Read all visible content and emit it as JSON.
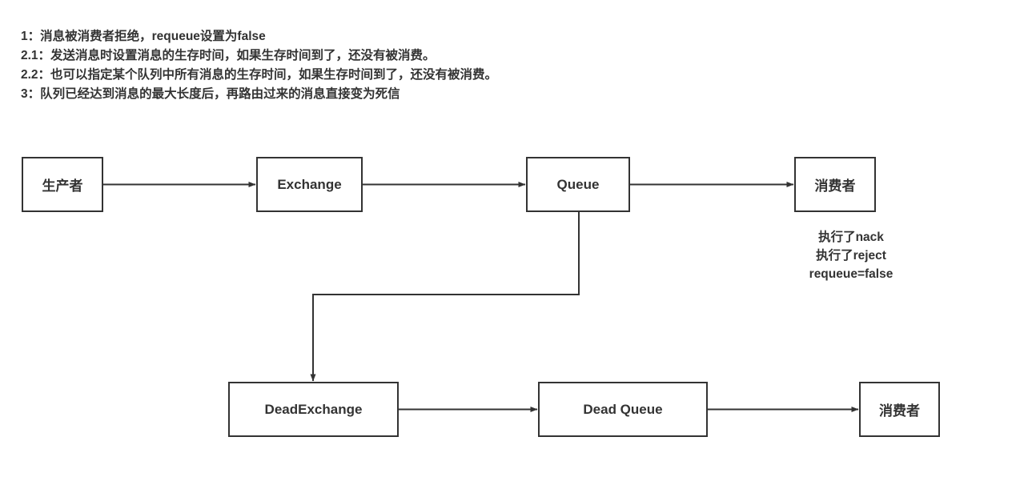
{
  "notes": {
    "lines": [
      "1：消息被消费者拒绝，requeue设置为false",
      "2.1：发送消息时设置消息的生存时间，如果生存时间到了，还没有被消费。",
      "2.2：也可以指定某个队列中所有消息的生存时间，如果生存时间到了，还没有被消费。",
      "3：队列已经达到消息的最大长度后，再路由过来的消息直接变为死信"
    ]
  },
  "diagram": {
    "nodes": {
      "producer": "生产者",
      "exchange": "Exchange",
      "queue": "Queue",
      "consumer_top": "消费者",
      "dead_exchange": "DeadExchange",
      "dead_queue": "Dead Queue",
      "consumer_bottom": "消费者"
    },
    "annotation_nack": [
      "执行了nack",
      "执行了reject",
      "requeue=false"
    ],
    "edges": [
      {
        "from": "producer",
        "to": "exchange",
        "label": ""
      },
      {
        "from": "exchange",
        "to": "queue",
        "label": ""
      },
      {
        "from": "queue",
        "to": "consumer_top",
        "label": ""
      },
      {
        "from": "queue",
        "to": "dead_exchange",
        "label": ""
      },
      {
        "from": "dead_exchange",
        "to": "dead_queue",
        "label": ""
      },
      {
        "from": "dead_queue",
        "to": "consumer_bottom",
        "label": ""
      }
    ],
    "colors": {
      "stroke": "#333333",
      "text": "#333333",
      "background": "#ffffff"
    }
  }
}
